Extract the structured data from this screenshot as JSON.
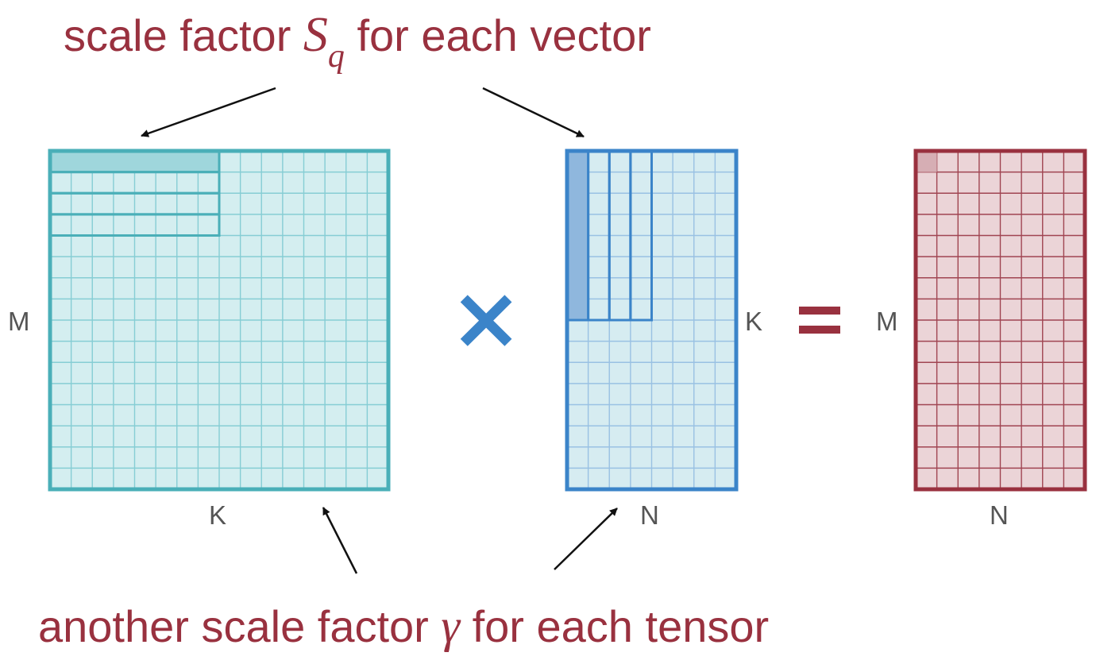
{
  "colors": {
    "text": "#99313f",
    "teal_border": "#4aafb8",
    "teal_fill": "#d4eef0",
    "teal_grid": "#86cdd4",
    "teal_highlight": "#9fd6dc",
    "blue_border": "#3b84c9",
    "blue_fill": "#d6ecf1",
    "blue_grid": "#99c1e3",
    "blue_highlight": "#8fb7dd",
    "red_border": "#99313f",
    "red_fill": "#ebd4d7",
    "red_grid": "#a04552",
    "red_highlight": "#d6aeb4",
    "cross": "#3b84c9",
    "equals": "#99313f",
    "arrow": "#111111"
  },
  "captions": {
    "top": {
      "pre": "scale factor ",
      "symbol": "S",
      "subscript": "q",
      "post": " for each vector"
    },
    "bottom": {
      "pre": "another scale factor ",
      "symbol": "γ",
      "post": " for each tensor"
    }
  },
  "matrices": {
    "A": {
      "rows_label": "M",
      "cols_label": "K",
      "grid_cols": 16,
      "grid_rows": 16,
      "vector_groups": 4,
      "vector_length": 8
    },
    "B": {
      "rows_label": "K",
      "cols_label": "N",
      "grid_cols": 8,
      "grid_rows": 16,
      "vector_groups": 4,
      "vector_length": 8
    },
    "C": {
      "rows_label": "M",
      "cols_label": "N",
      "grid_cols": 8,
      "grid_rows": 16
    }
  },
  "operators": {
    "multiply": "×",
    "equals": "="
  }
}
